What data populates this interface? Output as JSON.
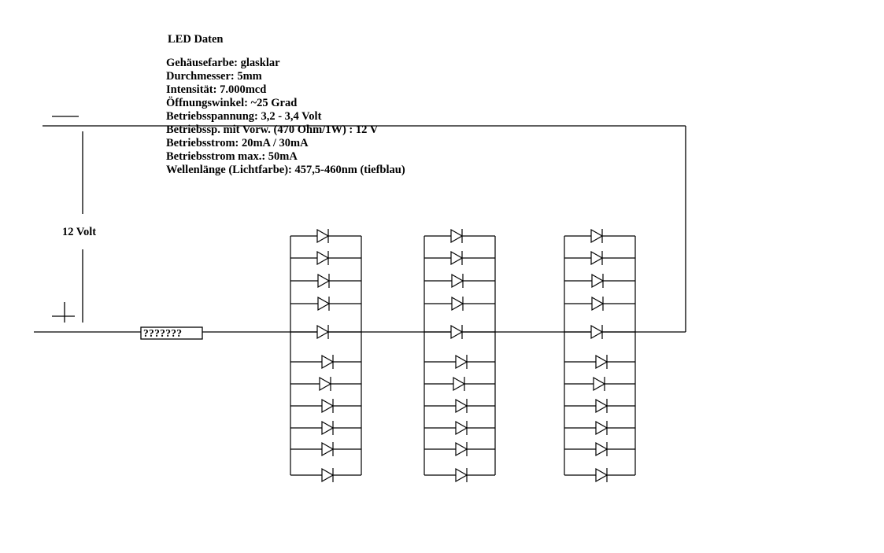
{
  "led_data": {
    "title": "LED Daten",
    "specs": [
      "Gehäusefarbe: glasklar",
      "Durchmesser: 5mm",
      "Intensität: 7.000mcd",
      "Öffnungswinkel: ~25 Grad",
      "Betriebsspannung: 3,2 - 3,4 Volt",
      "Betriebssp. mit Vorw. (470 Ohm/1W) : 12 V",
      "Betriebsstrom: 20mA / 30mA",
      "Betriebsstrom max.: 50mA",
      "Wellenlänge (Lichtfarbe): 457,5-460nm (tiefblau)"
    ]
  },
  "supply": {
    "label": "12 Volt",
    "minus": "−",
    "plus": "+"
  },
  "resistor": {
    "label": "???????"
  },
  "circuit": {
    "banks": 3,
    "leds_per_bank": 11
  }
}
